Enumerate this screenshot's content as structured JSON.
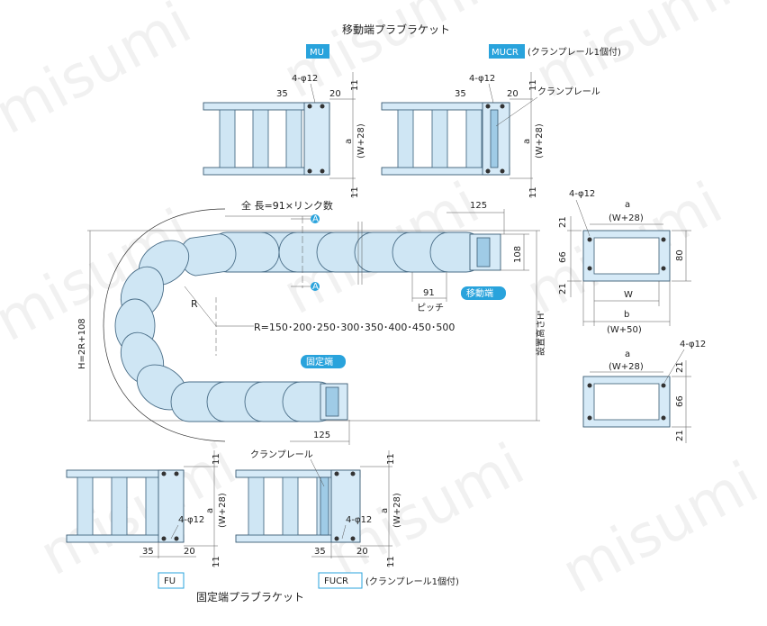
{
  "titles": {
    "moving_end": "移動端プラブラケット",
    "fixed_end": "固定端プラブラケット"
  },
  "tags": {
    "mu": "MU",
    "mucr": "MUCR",
    "fu": "FU",
    "fucr": "FUCR",
    "moving_end_tag": "移動端",
    "fixed_end_tag": "固定端",
    "clamp_note": "(クランプレール1個付)"
  },
  "dims": {
    "hole": "4-φ12",
    "d35": "35",
    "d20": "20",
    "d11": "11",
    "a": "a",
    "w28": "(W+28)",
    "clamp_rail": "クランプレール",
    "total_length": "全 長=91×リンク数",
    "d125": "125",
    "d108": "108",
    "d91": "91",
    "pitch": "ピッチ",
    "radius_r": "R",
    "radius_values": "R=150･200･250･300･350･400･450･500",
    "height": "H=2R+108",
    "install_height": "設置高さH'",
    "section_a": "A",
    "d21": "21",
    "d66": "66",
    "d80": "80",
    "w": "W",
    "b": "b",
    "w50": "(W+50)"
  },
  "colors": {
    "tag_bg": "#29a3dc",
    "link_fill": "#cfe6f4",
    "outline": "#3b5c74"
  },
  "watermark": "misumi"
}
